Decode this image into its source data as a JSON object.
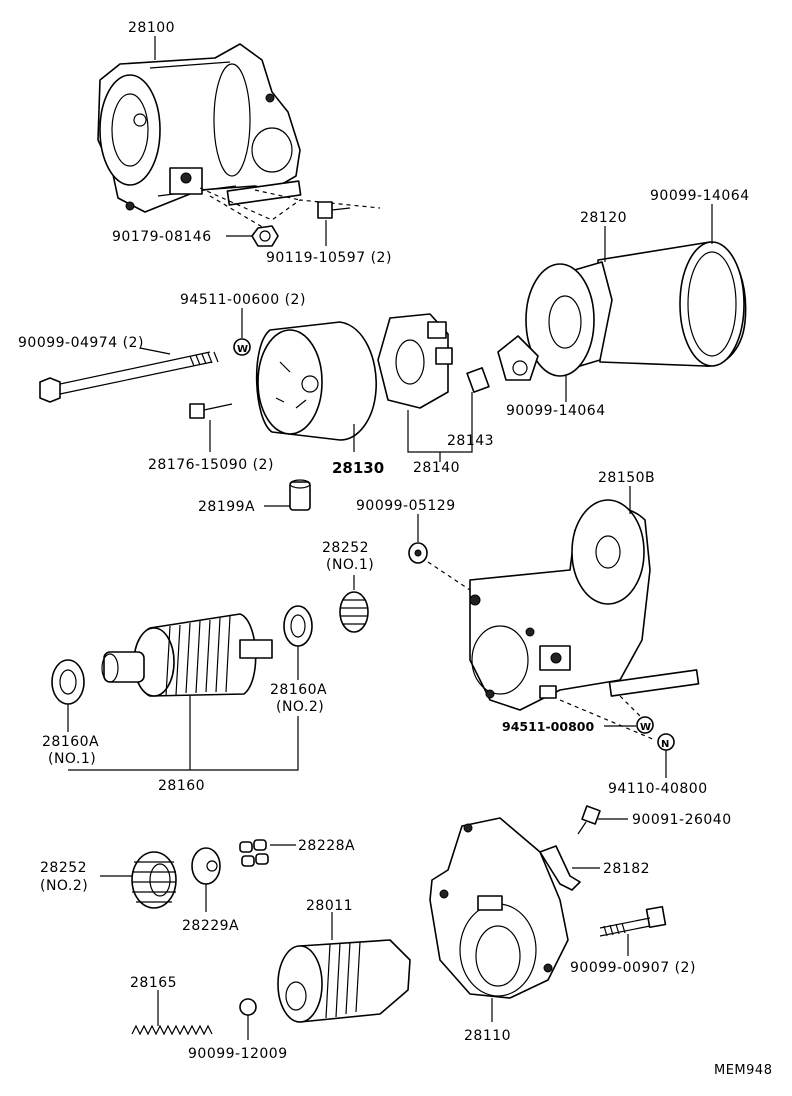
{
  "diagram": {
    "code": "MEM948",
    "parts": {
      "starter_assy": "28100",
      "nut_terminal": "90179-08146",
      "bolt_through": "90119-10597 (2)",
      "yoke_assy": "28120",
      "o_ring_top": "90099-14064",
      "o_ring_bottom": "90099-14064",
      "washer_w": "94511-00600 (2)",
      "through_bolt": "90099-04974 (2)",
      "end_frame": "28130",
      "end_frame_screw": "28176-15090 (2)",
      "brush_holder": "28140",
      "brush": "28143",
      "plug": "28199A",
      "washer_05129": "90099-05129",
      "housing": "28150B",
      "gear_no1": "28252",
      "gear_no1_sub": "(NO.1)",
      "bearing_no2": "28160A",
      "bearing_no2_sub": "(NO.2)",
      "bearing_no1": "28160A",
      "bearing_no1_sub": "(NO.1)",
      "armature": "28160",
      "washer_00800": "94511-00800",
      "nut_40800": "94110-40800",
      "screw_26040": "90091-26040",
      "bracket": "28182",
      "bolt_00907": "90099-00907 (2)",
      "gear_no2": "28252",
      "gear_no2_sub": "(NO.2)",
      "retainer": "28229A",
      "roller": "28228A",
      "clutch": "28011",
      "spring": "28165",
      "ball": "90099-12009",
      "starter_housing": "28110"
    },
    "icon_letters": {
      "washer_w1": "W",
      "washer_w2": "W",
      "nut_n": "N"
    }
  }
}
